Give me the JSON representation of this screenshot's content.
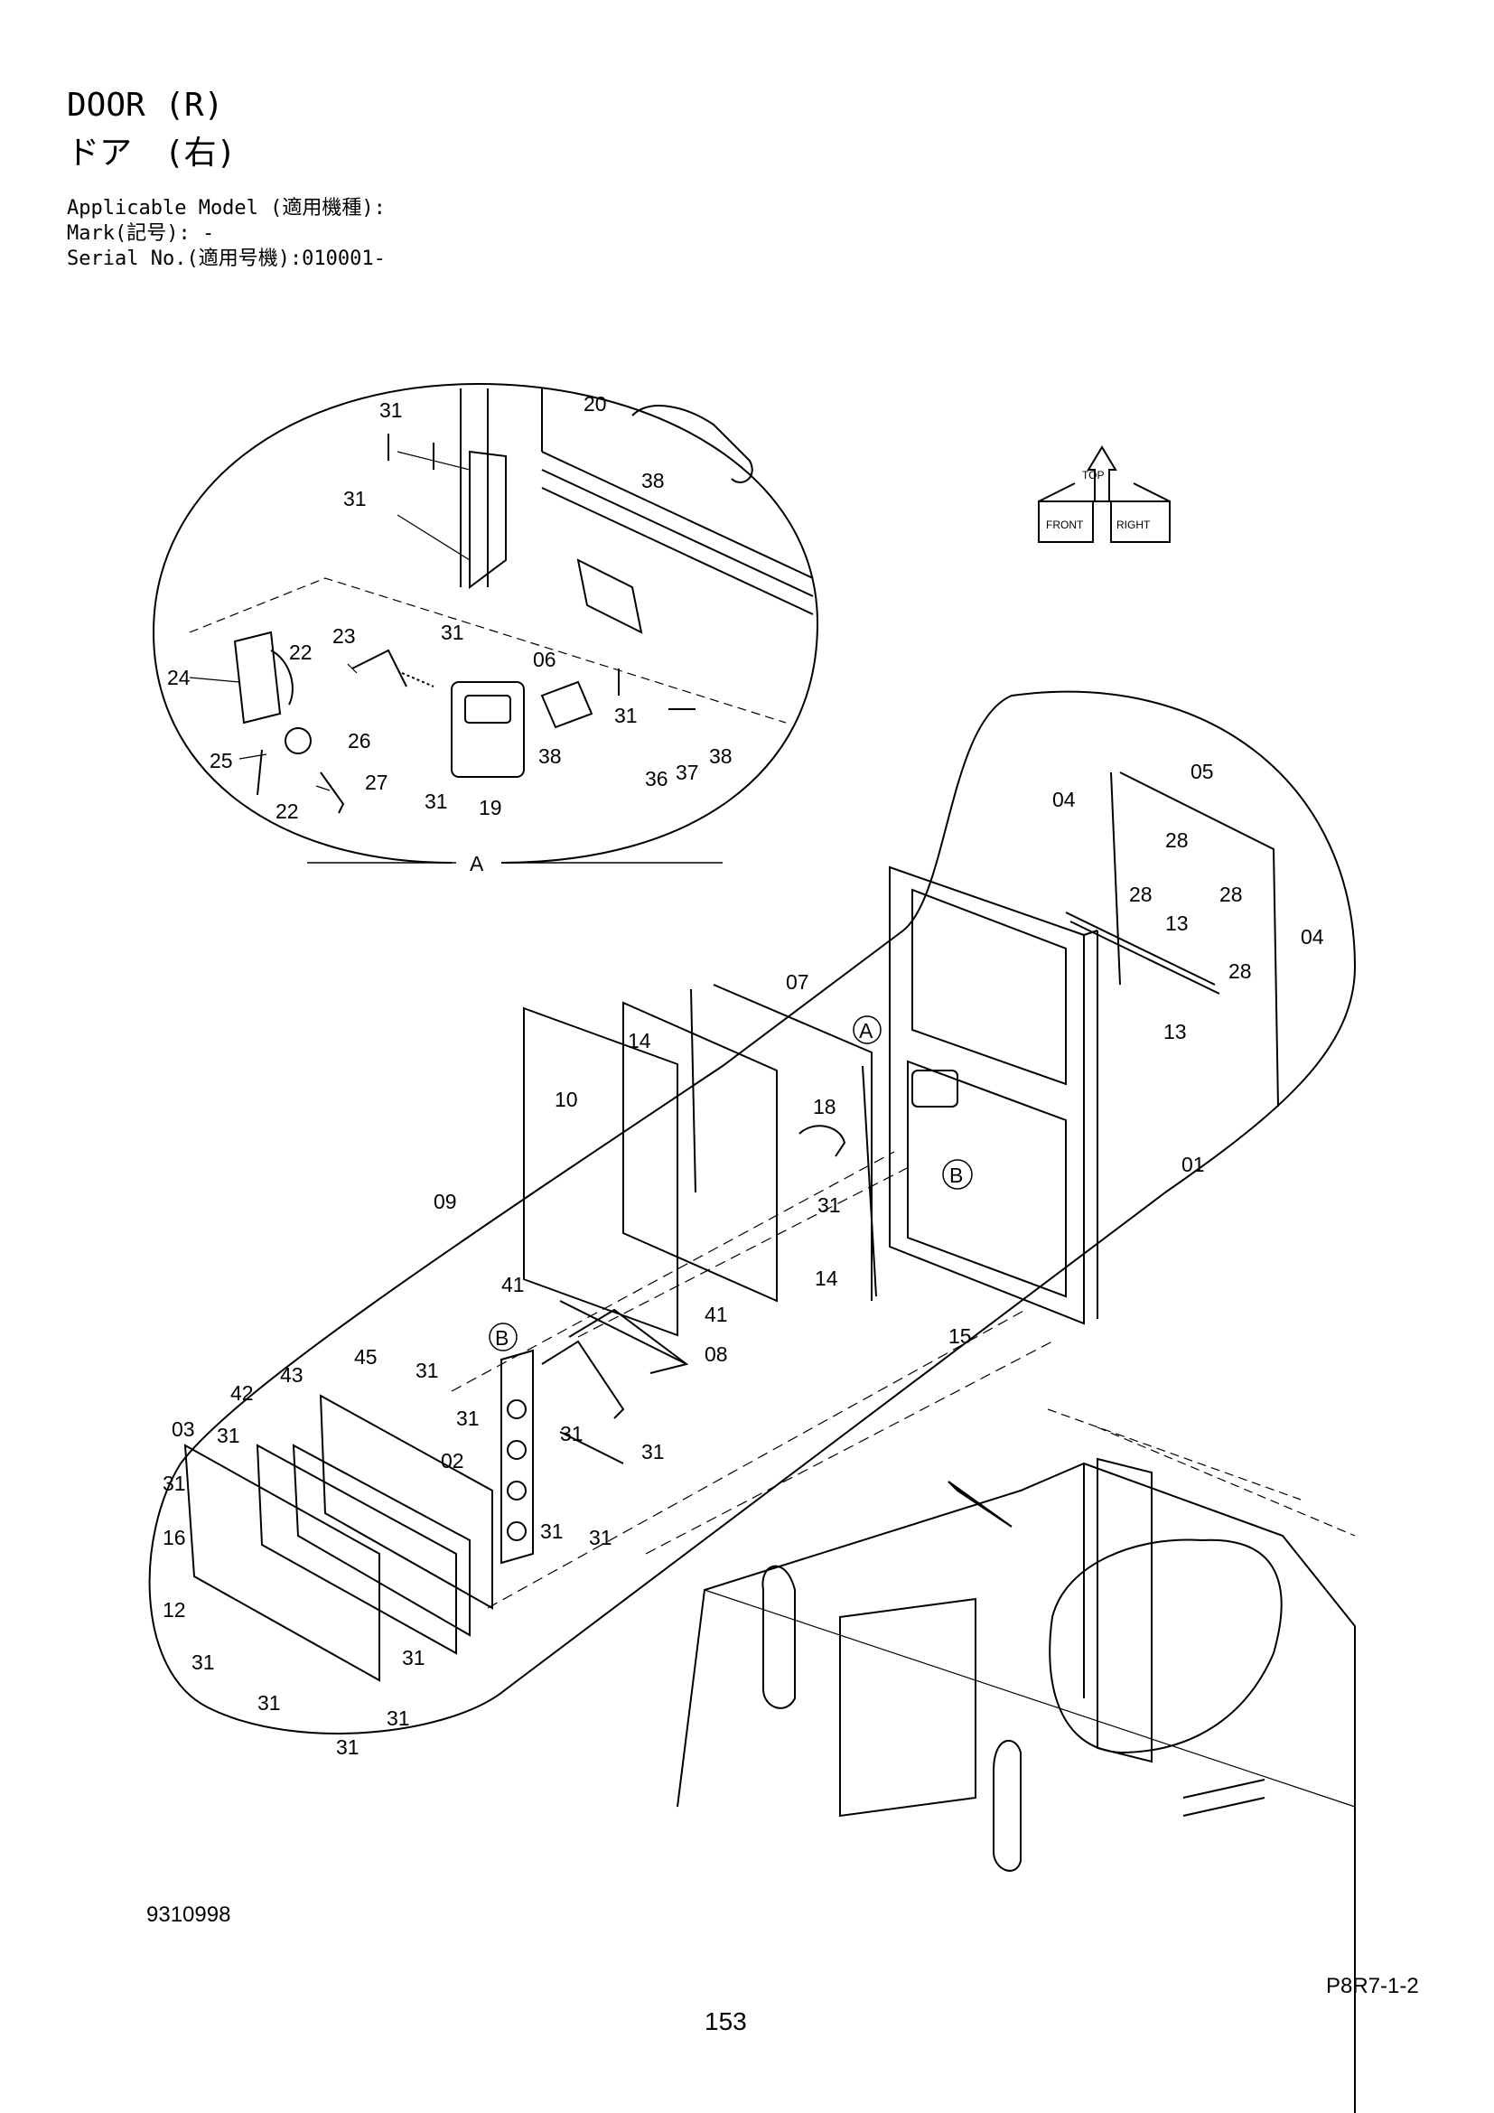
{
  "header": {
    "title_en": "DOOR (R)",
    "title_ja": "ドア　(右)",
    "applicable_model": "Applicable Model (適用機種):",
    "mark": "Mark(記号): -",
    "serial": "Serial No.(適用号機):010001-"
  },
  "orientation_marker": {
    "labels": [
      "FRONT",
      "RIGHT",
      "TOP"
    ]
  },
  "detail_a": {
    "view_label": "A",
    "labels": [
      "31",
      "20",
      "38",
      "31",
      "31",
      "06",
      "24",
      "22",
      "23",
      "31",
      "25",
      "26",
      "22",
      "27",
      "31",
      "19",
      "38",
      "36",
      "37",
      "38"
    ]
  },
  "main_callouts": {
    "ref_a": "A",
    "ref_b": "B",
    "labels": [
      "04",
      "05",
      "28",
      "28",
      "28",
      "13",
      "28",
      "04",
      "13",
      "07",
      "14",
      "10",
      "18",
      "01",
      "09",
      "31",
      "41",
      "14",
      "15",
      "41",
      "08"
    ]
  },
  "detail_b": {
    "ref": "B",
    "labels": [
      "45",
      "42",
      "43",
      "31",
      "03",
      "31",
      "31",
      "02",
      "31",
      "31",
      "16",
      "12",
      "31",
      "31",
      "31",
      "31",
      "31",
      "31",
      "31",
      "31"
    ]
  },
  "footer": {
    "drawing_no": "9310998",
    "page_code": "P8R7-1-2",
    "page_number": "153"
  }
}
